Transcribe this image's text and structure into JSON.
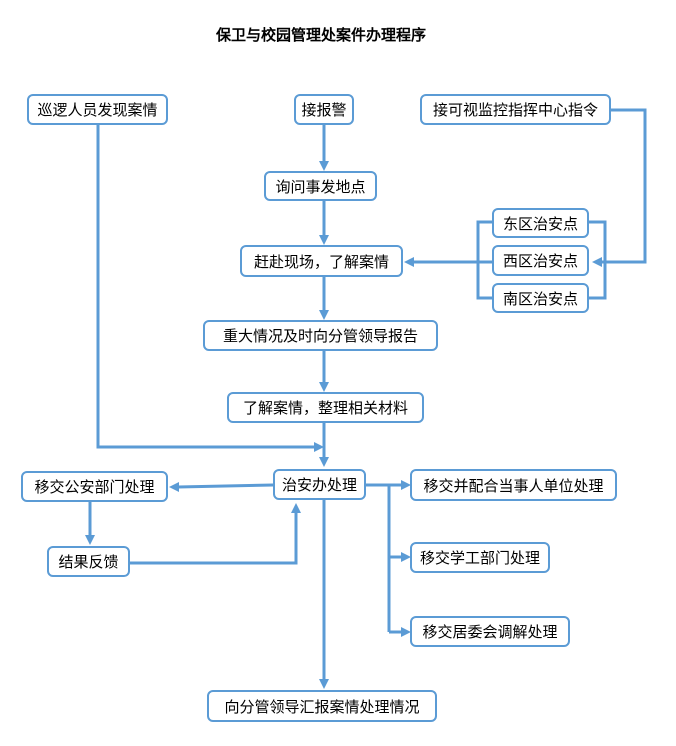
{
  "title": "保卫与校园管理处案件办理程序",
  "colors": {
    "line": "#5b9bd5",
    "box_border": "#5b9bd5",
    "text": "#000000",
    "background": "#ffffff"
  },
  "nodes": {
    "patrol": "巡逻人员发现案情",
    "alarm": "接报警",
    "monitor": "接可视监控指挥中心指令",
    "inquire": "询问事发地点",
    "east": "东区治安点",
    "west": "西区治安点",
    "south": "南区治安点",
    "rush": "赶赴现场，了解案情",
    "report": "重大情况及时向分管领导报告",
    "organize": "了解案情，整理相关材料",
    "security_office": "治安办处理",
    "police": "移交公安部门处理",
    "feedback": "结果反馈",
    "party_unit": "移交并配合当事人单位处理",
    "student_affairs": "移交学工部门处理",
    "committee": "移交居委会调解处理",
    "final_report": "向分管领导汇报案情处理情况"
  },
  "edges": [
    [
      "alarm",
      "inquire"
    ],
    [
      "inquire",
      "rush"
    ],
    [
      "monitor",
      "west"
    ],
    [
      "east",
      "rush"
    ],
    [
      "west",
      "rush"
    ],
    [
      "south",
      "rush"
    ],
    [
      "rush",
      "report"
    ],
    [
      "report",
      "organize"
    ],
    [
      "organize",
      "security_office"
    ],
    [
      "patrol",
      "security_office"
    ],
    [
      "security_office",
      "police"
    ],
    [
      "police",
      "feedback"
    ],
    [
      "feedback",
      "security_office"
    ],
    [
      "security_office",
      "party_unit"
    ],
    [
      "security_office",
      "student_affairs"
    ],
    [
      "security_office",
      "committee"
    ],
    [
      "security_office",
      "final_report"
    ]
  ]
}
